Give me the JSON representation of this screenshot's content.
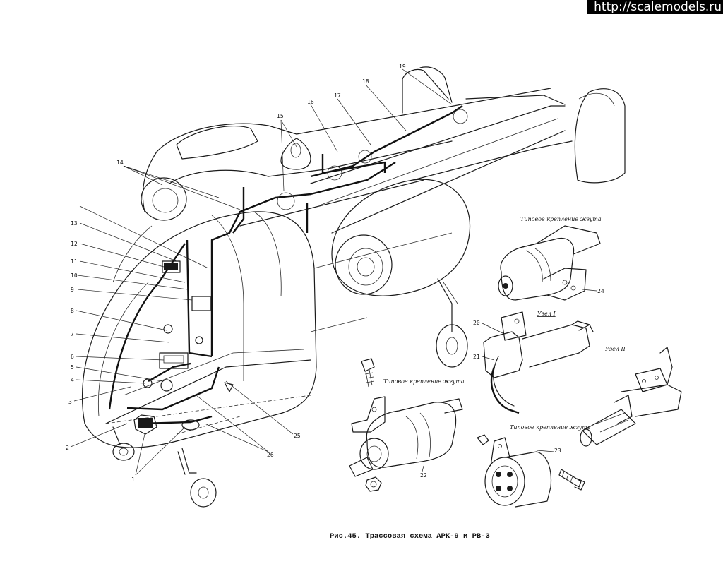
{
  "watermark": "http://scalemodels.ru",
  "caption": "Рис.45. Трассовая схема АРК-9 и РВ-3",
  "detail_labels": {
    "typical_mount_top": "Типовое крепление жгута",
    "typical_mount_left": "Типовое крепление жгута",
    "typical_mount_bottom": "Типовое крепление жгута",
    "node_1": "Узел I",
    "node_2": "Узел II"
  },
  "callouts": [
    "1",
    "2",
    "3",
    "4",
    "5",
    "6",
    "7",
    "8",
    "9",
    "10",
    "11",
    "12",
    "13",
    "14",
    "15",
    "16",
    "17",
    "18",
    "19",
    "20",
    "21",
    "22",
    "23",
    "24",
    "25",
    "26"
  ]
}
